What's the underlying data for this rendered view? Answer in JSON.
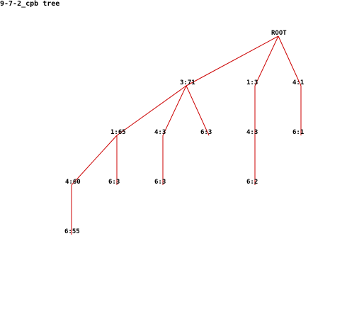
{
  "title": "9-7-2_cpb tree",
  "edge_color": "#cc0000",
  "nodes": [
    {
      "id": "root",
      "label": "ROOT"
    },
    {
      "id": "n371",
      "label": "3:71"
    },
    {
      "id": "n13",
      "label": "1:3"
    },
    {
      "id": "n41",
      "label": "4:1"
    },
    {
      "id": "n165",
      "label": "1:65"
    },
    {
      "id": "n43a",
      "label": "4:3"
    },
    {
      "id": "n63a",
      "label": "6:3"
    },
    {
      "id": "n43b",
      "label": "4:3"
    },
    {
      "id": "n61",
      "label": "6:1"
    },
    {
      "id": "n460",
      "label": "4:60"
    },
    {
      "id": "n63b",
      "label": "6:3"
    },
    {
      "id": "n63c",
      "label": "6:3"
    },
    {
      "id": "n62",
      "label": "6:2"
    },
    {
      "id": "n655",
      "label": "6:55"
    }
  ],
  "edges": [
    [
      "root",
      "n371"
    ],
    [
      "root",
      "n13"
    ],
    [
      "root",
      "n41"
    ],
    [
      "n371",
      "n165"
    ],
    [
      "n371",
      "n43a"
    ],
    [
      "n371",
      "n63a"
    ],
    [
      "n13",
      "n43b"
    ],
    [
      "n41",
      "n61"
    ],
    [
      "n165",
      "n460"
    ],
    [
      "n165",
      "n63b"
    ],
    [
      "n43a",
      "n63c"
    ],
    [
      "n43b",
      "n62"
    ],
    [
      "n460",
      "n655"
    ]
  ]
}
